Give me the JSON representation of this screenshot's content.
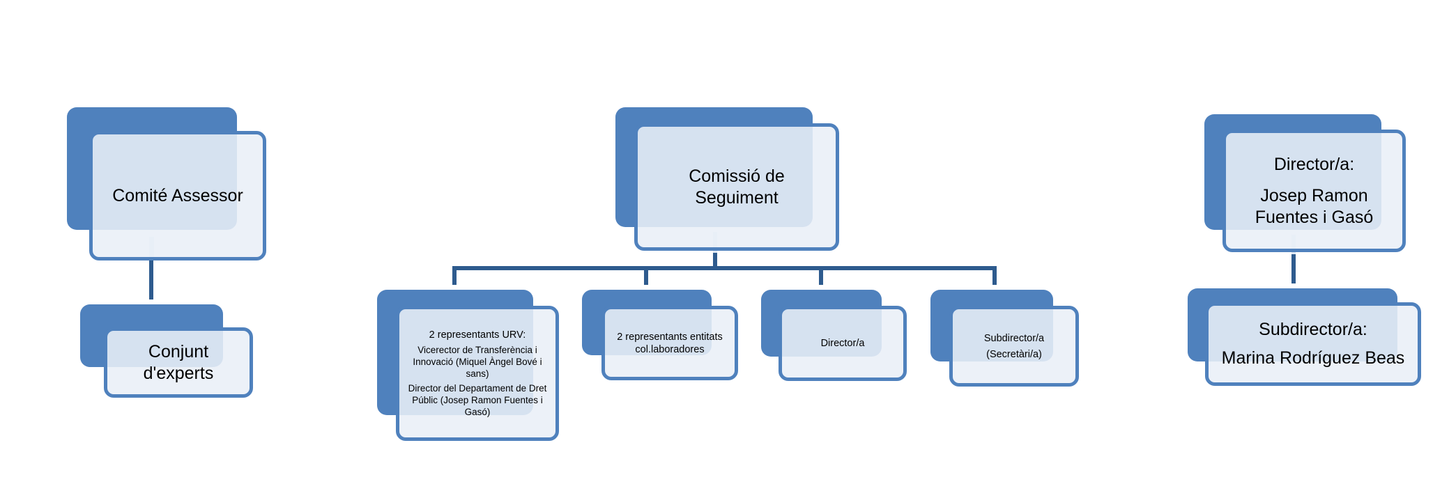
{
  "colors": {
    "back_fill": "#4f81bd",
    "front_fill": "#e9eff7",
    "border": "#4f81bd",
    "connector": "#2e5b8e"
  },
  "diagram": {
    "comite": {
      "label": "Comité Assessor"
    },
    "conjunt": {
      "line1": "Conjunt",
      "line2": "d'experts"
    },
    "comissio": {
      "line1": "Comissió de",
      "line2": "Seguiment"
    },
    "urv": {
      "heading": "2 representants URV:",
      "item1": "Vicerector de Transferència i Innovació (Miquel Àngel Bové i sans)",
      "item2": "Director del Departament de Dret Públic (Josep Ramon Fuentes i Gasó)"
    },
    "entitats": {
      "line1": "2 representants entitats",
      "line2": "col.laboradores"
    },
    "director_small": {
      "label": "Director/a"
    },
    "subdirector_small": {
      "line1": "Subdirector/a",
      "line2": "(Secretàri/a)"
    },
    "director": {
      "line1": "Director/a:",
      "line2": "Josep Ramon",
      "line3": "Fuentes i Gasó"
    },
    "subdirector": {
      "line1": "Subdirector/a:",
      "line2": "Marina Rodríguez Beas"
    }
  }
}
